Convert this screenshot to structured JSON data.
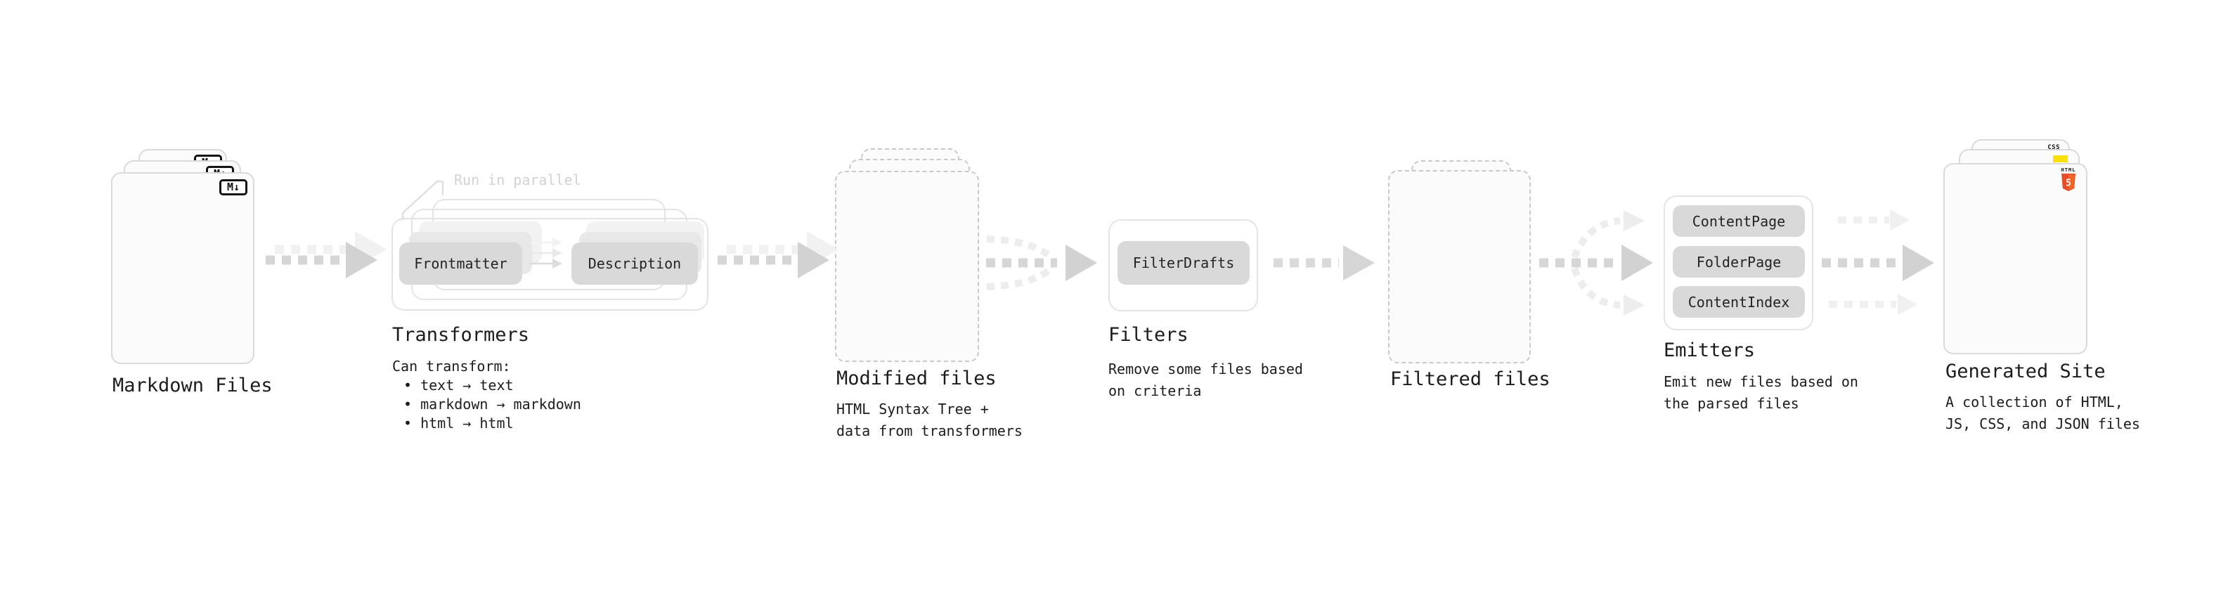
{
  "stages": {
    "markdown": {
      "title": "Markdown Files",
      "file_badge": "M↓"
    },
    "transformers": {
      "title": "Transformers",
      "annotation": "Run in parallel",
      "pills": [
        "Frontmatter",
        "Description"
      ],
      "desc": [
        "Can transform:",
        "• text → text",
        "• markdown → markdown",
        "• html → html"
      ]
    },
    "modified": {
      "title": "Modified files",
      "desc": [
        "HTML Syntax Tree +",
        "data from transformers"
      ]
    },
    "filters": {
      "title": "Filters",
      "pills": [
        "FilterDrafts"
      ],
      "desc": [
        "Remove some files based",
        "on criteria"
      ]
    },
    "filtered": {
      "title": "Filtered files"
    },
    "emitters": {
      "title": "Emitters",
      "pills": [
        "ContentPage",
        "FolderPage",
        "ContentIndex"
      ],
      "desc": [
        "Emit new files based on",
        "the parsed files"
      ]
    },
    "generated": {
      "title": "Generated Site",
      "desc": [
        "A collection of HTML,",
        "JS, CSS, and JSON files"
      ],
      "badges": {
        "css": "CSS",
        "html_label": "HTML",
        "html_number": "5"
      }
    }
  },
  "pipeline_order": [
    "Markdown Files",
    "Transformers",
    "Modified files",
    "Filters",
    "Filtered files",
    "Emitters",
    "Generated Site"
  ],
  "colors": {
    "background": "#ffffff",
    "text": "#1c1c1c",
    "muted_annotation": "#d2d2d2",
    "card_fill": "#fbfbfb",
    "card_border": "#dadada",
    "dashed_border": "#c9c9c9",
    "content_bar": "#d9d9d9",
    "pill_fill": "#d9d9d9",
    "arrow_main": "#d6d6d6",
    "arrow_faint": "#efefef",
    "css_blue": "#2964f1",
    "js_yellow": "#ffe000",
    "html5_orange_dark": "#e44d26",
    "html5_orange_light": "#f16529"
  }
}
